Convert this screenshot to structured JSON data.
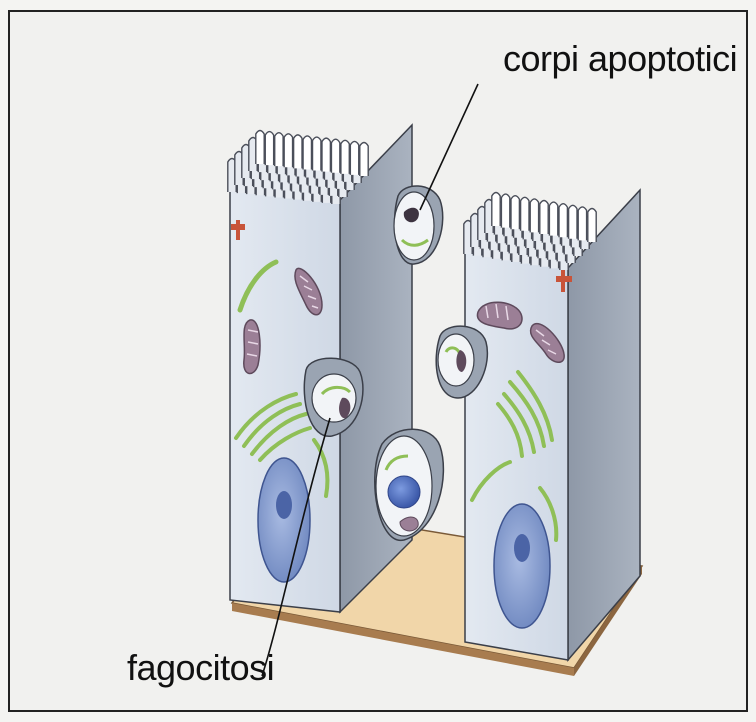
{
  "labels": {
    "apoptotic_bodies": "corpi apoptotici",
    "phagocytosis": "fagocitosi"
  },
  "colors": {
    "cell_front": "#dbe3ee",
    "cell_side": "#9aa4b2",
    "cell_outline": "#3b3f49",
    "microvilli": "#4b4f5a",
    "nucleus": "#7f97c9",
    "nucleolus": "#4b64a6",
    "mitochondria": "#9b7f96",
    "er_green": "#8fbf57",
    "junction_red": "#c8543a",
    "basement_membrane": "#a87c4f",
    "floor": "#f1d6a9"
  },
  "icons": [
    "apoptotic-body",
    "phagosome",
    "mitochondrion",
    "nucleus",
    "endoplasmic-reticulum",
    "tight-junction",
    "microvilli"
  ]
}
